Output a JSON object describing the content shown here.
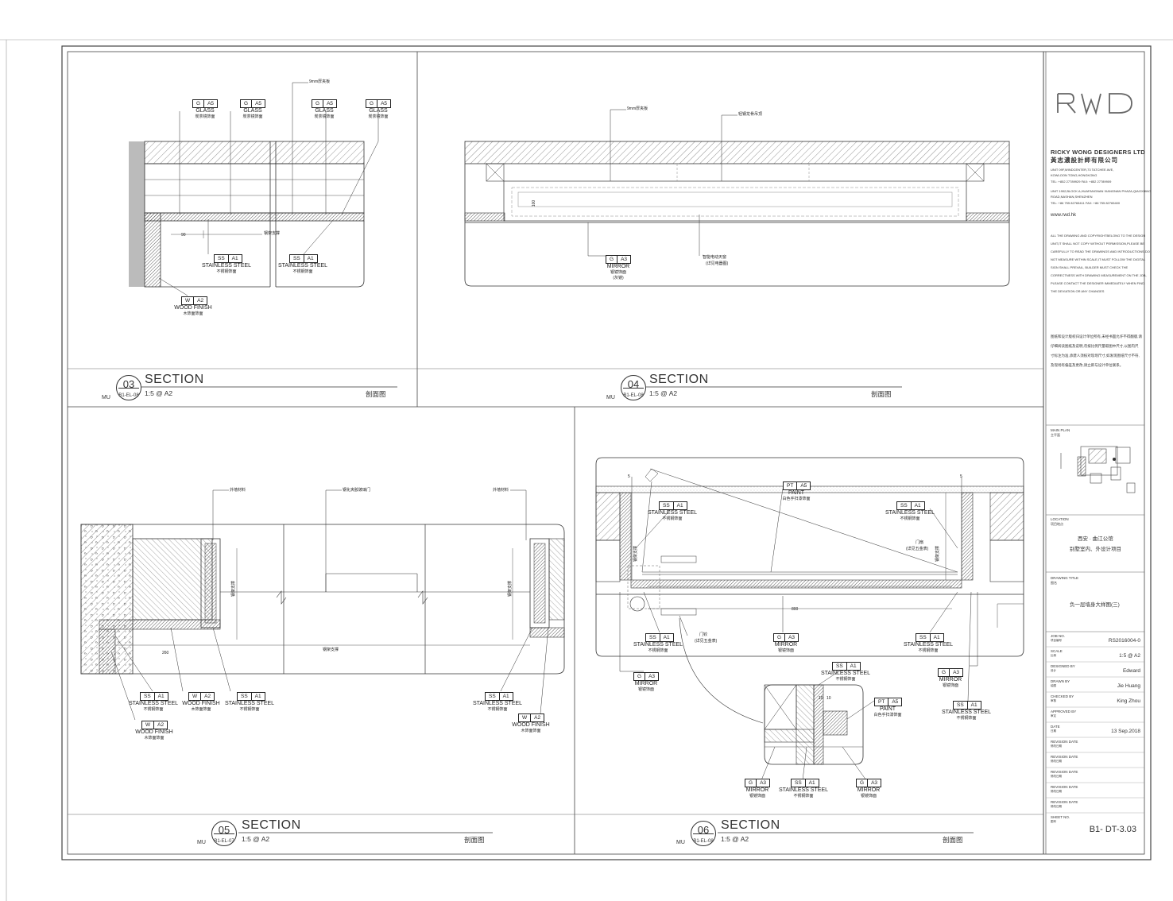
{
  "title_block": {
    "logo": "RWD",
    "company_en": "RICKY WONG DESIGNERS LTD",
    "company_cn": "黃志濃設計師有限公司",
    "hk_address_1": "UNIT 09F,WINDCENTER,73 TATCHEE AVE,",
    "hk_address_2": "KOWLOON TONG,HONGKONG",
    "hk_tel": "TEL: +852 27789929      FAX: +852 27789909",
    "sz_address_1": "UNIT 1902,BLOCK A,HUAFANGNAN XIANGNAN PHAZA,QIAOXIANG",
    "sz_address_2": "ROAD,NASHAN,SHENZHEN",
    "sz_tel": "TEL: +86 755 82765411 FAX: +86 755 82765400",
    "website": "www.rwd.hk",
    "notice_en": [
      "ALL THE DRAWING AND COPYRIGHTBELONG TO THE DESIGN",
      "UNIT,IT SHALL NOT COPY  WITHOUT PERMISSION,PLEASE BE",
      "CAREFULLY TO READ THE DRAWINGS AND INTRODUCTIONS,DO",
      "NOT MEASURE WITHIN SCALE,IT MUST FOLLOW THE DIGITAL",
      "SIGN SHALL PREVAIL, BUILDER MUST CHECK THE",
      "CORRECTNESS WITH DRAWING MEASUREMENT ON THE JOB,",
      "PLEASE CONTACT THE DESIGNER IMMEDIATELY WHEN FIND",
      "THE DEVIATION OR ANY CHANGES"
    ],
    "notice_cn": [
      "图纸和设计版权归设计单位所有,未经书面允许不得翻版,请",
      "仔细阅读图纸及说明,勿按比例尺量取图中尺寸,以图内尺",
      "寸标注为准,承建人须核对现场尺寸,如发现图纸尺寸不符,",
      "及现场有偏差及更改,请立即与设计单位联系。"
    ],
    "key_plan_label": "MAIN PLAN",
    "key_plan_cn": "主平面",
    "location_label": "LOCATION",
    "location_cn": "项目地点",
    "location_value_1": "西安 · 曲江公馆",
    "location_value_2": "别墅室内、外设计项目",
    "drawing_title_label": "DRAWING TITLE",
    "drawing_title_cn": "图名",
    "drawing_title_value": "负一层墙身大样图(三)",
    "fields": [
      {
        "label": "JOB NO.",
        "cn": "项目编号",
        "value": "RS2016004-0"
      },
      {
        "label": "SCALE",
        "cn": "比例",
        "value": "1:5  @  A2"
      },
      {
        "label": "DESIGNED BY",
        "cn": "设计",
        "value": "Edward"
      },
      {
        "label": "DRAWN BY",
        "cn": "绘图",
        "value": "Jie Huang"
      },
      {
        "label": "CHECKED BY",
        "cn": "审核",
        "value": "King Zhou"
      },
      {
        "label": "APPROVED BY",
        "cn": "审定",
        "value": ""
      },
      {
        "label": "DATE",
        "cn": "日期",
        "value": "13  Sep.2018"
      },
      {
        "label": "REVISION DATE",
        "cn": "修改日期",
        "value": ""
      },
      {
        "label": "REVISION DATE",
        "cn": "修改日期",
        "value": ""
      },
      {
        "label": "REVISION DATE",
        "cn": "修改日期",
        "value": ""
      },
      {
        "label": "REVISION DATE",
        "cn": "修改日期",
        "value": ""
      },
      {
        "label": "REVISION DATE",
        "cn": "修改日期",
        "value": ""
      }
    ],
    "sheet_no_label": "SHEET NO.",
    "sheet_no_cn": "图号",
    "sheet_no_value": "B1- DT-3.03"
  },
  "sections": [
    {
      "number": "03",
      "ref": "B1-EL-08",
      "mu": "MU",
      "title": "SECTION",
      "scale": "1:5  @  A2",
      "cn": "剖面图"
    },
    {
      "number": "04",
      "ref": "B1-EL-08",
      "mu": "MU",
      "title": "SECTION",
      "scale": "1:5  @  A2",
      "cn": "剖面图"
    },
    {
      "number": "05",
      "ref": "B1-EL-07",
      "mu": "MU",
      "title": "SECTION",
      "scale": "1:5  @  A2",
      "cn": "剖面图"
    },
    {
      "number": "06",
      "ref": "B1-EL-08",
      "mu": "MU",
      "title": "SECTION",
      "scale": "1:5  @  A2",
      "cn": "剖面图"
    }
  ],
  "materials": {
    "glass": {
      "code": "G",
      "ref": "A5",
      "name": "GLASS",
      "cn": "炭茶镜饰面"
    },
    "stainless": {
      "code": "SS",
      "ref": "A1",
      "name": "STAINLESS STEEL",
      "cn": "不锈钢饰面"
    },
    "wood": {
      "code": "W",
      "ref": "A2",
      "name": "WOOD FINISH",
      "cn": "木饰面饰面"
    },
    "mirror": {
      "code": "G",
      "ref": "A3",
      "name": "MIRROR",
      "cn": "银镜饰面"
    },
    "mirror_note": "(灰镜)",
    "paint": {
      "code": "PT",
      "ref": "A5",
      "name": "PAINT",
      "cn": "白色手扫漆饰面"
    }
  },
  "notes": {
    "s03_top": "9mm厚夹板",
    "s03_dim_90": "90",
    "s03_mid": "钢架支撑",
    "s04_top_left": "9mm厚夹板",
    "s04_top_right": "轻钢龙骨吊顶",
    "s04_dim": "100",
    "s04_led": "智能电动天窗",
    "s04_led_sub": "(详见电器图)",
    "s05_left": "外墙材料",
    "s05_mid": "钢化夹胶玻璃门",
    "s05_right": "外墙材料",
    "s05_dim_260": "260",
    "s05_frame": "钢架支撑",
    "s05_v1": "钢架支撑",
    "s05_v2": "钢架支撑",
    "s06_dim_5a": "5",
    "s06_dim_5b": "5",
    "s06_dim_800": "800",
    "s06_door": "门扇",
    "s06_door_sub": "(详见五金表)",
    "s06_hinge": "门铰",
    "s06_hinge_sub": "(详见五金表)",
    "s06_v1": "钢架支撑",
    "s06_v2": "钢架支撑",
    "s06_d10a": "10",
    "s06_d10b": "10"
  }
}
